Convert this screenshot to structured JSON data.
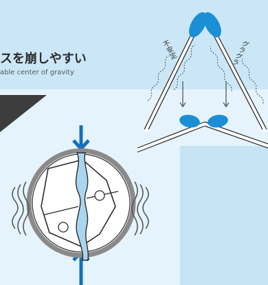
{
  "headline": "スを崩しやすい",
  "subheadline": "able center of gravity",
  "labels": {
    "unstable": "不安定",
    "wobbly": "グラグラ"
  },
  "colors": {
    "accent_blue": "#1b8fd6",
    "light_blue": "#a9d6ee",
    "dark_gray": "#3d3d3d",
    "background_top": "#cbe7f7",
    "background_mid": "#e5f4fc"
  }
}
